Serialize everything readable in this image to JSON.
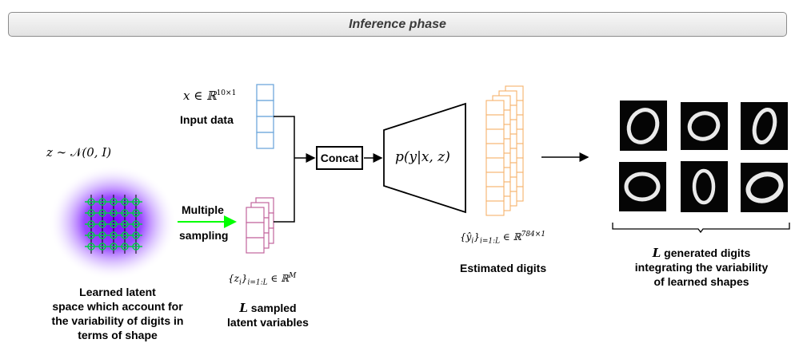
{
  "header": {
    "title": "Inference phase"
  },
  "prior": {
    "formula_lhs": "z ∼ ",
    "formula_dist": "𝒩",
    "formula_args": "(0, I)"
  },
  "latent_space": {
    "caption_line1": "Learned latent",
    "caption_line2": "space which account for",
    "caption_line3": "the variability of digits in",
    "caption_line4": "terms of shape"
  },
  "sampling": {
    "line1": "Multiple",
    "line2": "sampling"
  },
  "input": {
    "formula_var": "x ∈ ℝ",
    "formula_sup": "10×1",
    "label": "Input data"
  },
  "samples": {
    "formula_var": "{z",
    "formula_sub_i": "i",
    "formula_close": "}",
    "formula_sub": "i=1:L",
    "formula_in": " ∈ ℝ",
    "formula_sup": "M",
    "caption_L": "L",
    "caption_rest": " sampled",
    "caption_line2": "latent variables"
  },
  "concat": {
    "label": "Concat"
  },
  "decoder": {
    "label": "p(y|x, z)"
  },
  "estimated": {
    "formula_var": "{ŷ",
    "formula_sub_i": "i",
    "formula_close": "}",
    "formula_sub": "i=1:L",
    "formula_in": " ∈ ℝ",
    "formula_sup": "784×1",
    "label": "Estimated digits"
  },
  "generated": {
    "caption_L": "L",
    "caption_rest": "  generated digits",
    "caption_line2": "integrating the variability",
    "caption_line3": "of learned shapes"
  },
  "colors": {
    "input_vector": "#6fa8dc",
    "sample_stack": "#c2649c",
    "output_stack": "#f6b26b",
    "sampling_arrow": "#00ff00",
    "latent_glow": "#7f00ff",
    "latent_grid": "#00cc44"
  }
}
